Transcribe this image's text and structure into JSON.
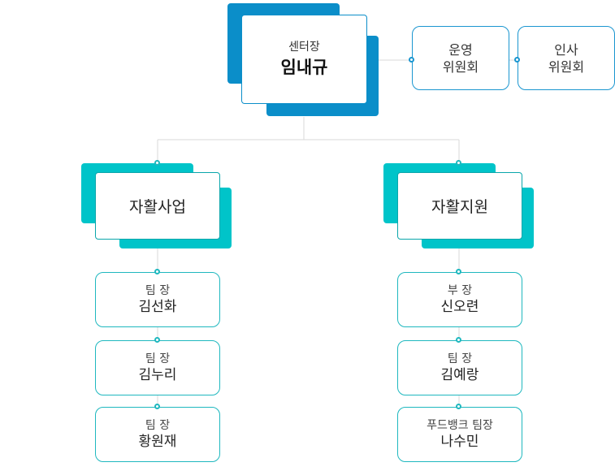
{
  "center": {
    "role": "센터장",
    "name": "임내규"
  },
  "committees": [
    {
      "line1": "운영",
      "line2": "위원회"
    },
    {
      "line1": "인사",
      "line2": "위원회"
    }
  ],
  "divisions": [
    {
      "name": "자활사업",
      "members": [
        {
          "role": "팀 장",
          "name": "김선화"
        },
        {
          "role": "팀 장",
          "name": "김누리"
        },
        {
          "role": "팀 장",
          "name": "황원재"
        }
      ]
    },
    {
      "name": "자활지원",
      "members": [
        {
          "role": "부 장",
          "name": "신오련"
        },
        {
          "role": "팀 장",
          "name": "김예랑"
        },
        {
          "role": "푸드뱅크 팀장",
          "name": "나수민"
        }
      ]
    }
  ],
  "colors": {
    "primary": "#0b8ec9",
    "accent": "#00c4c9",
    "line": "#d9d9d9"
  }
}
